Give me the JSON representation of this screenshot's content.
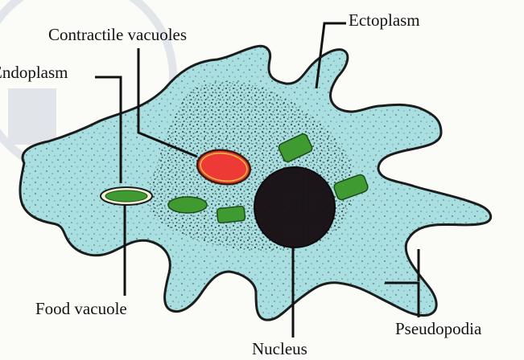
{
  "labels": {
    "contractile_vacuoles": "Contractile vacuoles",
    "endoplasm": "Endoplasm",
    "ectoplasm": "Ectoplasm",
    "food_vacuole": "Food vacuole",
    "nucleus": "Nucleus",
    "pseudopodia": "Pseudopodia"
  },
  "colors": {
    "cytoplasm": "#a9dfe0",
    "cell_outline": "#1c1c1c",
    "contractile_vacuole": "#ee3a36",
    "food_vacuole_green": "#3f9a32",
    "nucleus": "#1b1418",
    "leader_line": "#111111"
  }
}
